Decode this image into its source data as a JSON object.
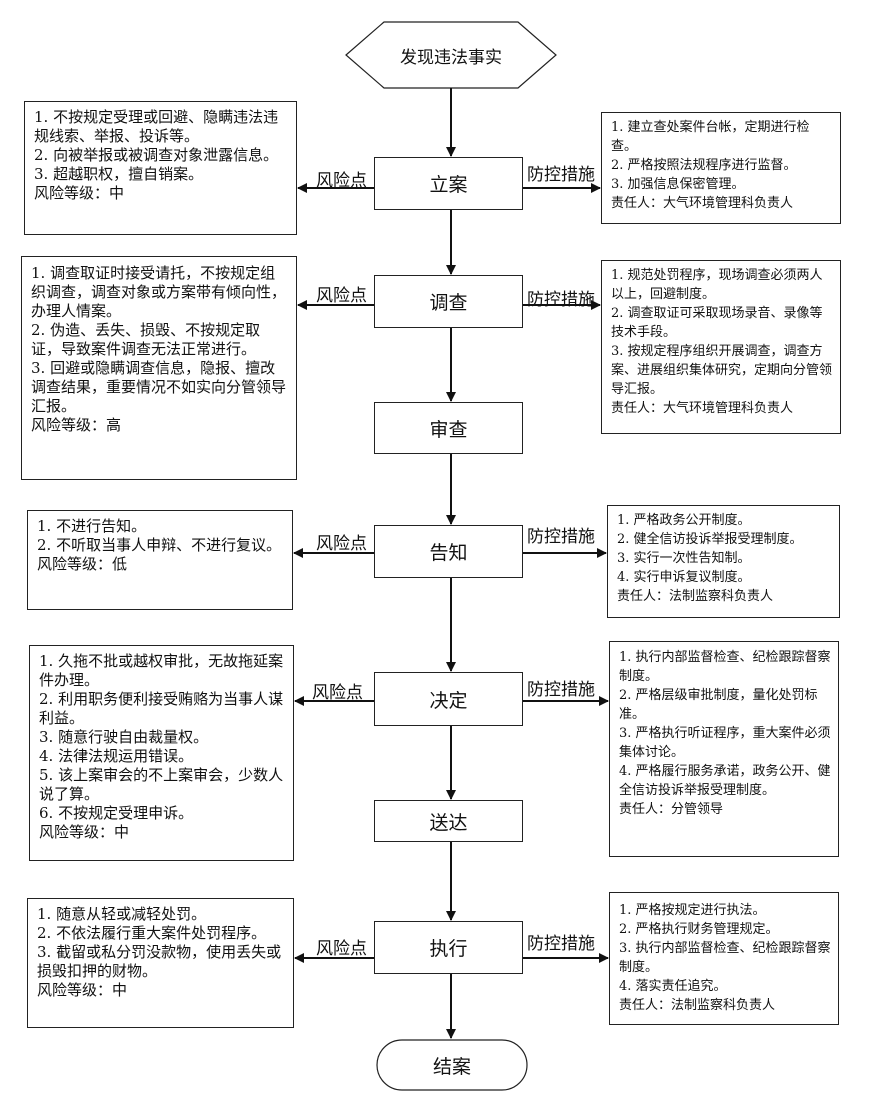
{
  "start": "发现违法事实",
  "end": "结案",
  "labels": {
    "risk": "风险点",
    "control": "防控措施"
  },
  "steps": [
    "立案",
    "调查",
    "审查",
    "告知",
    "决定",
    "送达",
    "执行"
  ],
  "risks": {
    "lian": [
      "1. 不按规定受理或回避、隐瞒违法违规线索、举报、投诉等。",
      "2. 向被举报或被调查对象泄露信息。",
      "3. 超越职权，擅自销案。",
      "风险等级：中"
    ],
    "diaocha": [
      "1. 调查取证时接受请托，不按规定组织调查，调查对象或方案带有倾向性，办理人情案。",
      "2. 伪造、丢失、损毁、不按规定取证，导致案件调查无法正常进行。",
      "3. 回避或隐瞒调查信息，隐报、擅改调查结果，重要情况不如实向分管领导汇报。",
      "风险等级：高"
    ],
    "gaozhi": [
      "1. 不进行告知。",
      "2. 不听取当事人申辩、不进行复议。",
      "风险等级：低"
    ],
    "jueding": [
      "1. 久拖不批或越权审批，无故拖延案件办理。",
      "2. 利用职务便利接受贿赂为当事人谋利益。",
      "3. 随意行驶自由裁量权。",
      "4. 法律法规运用错误。",
      "5. 该上案审会的不上案审会，少数人说了算。",
      "6. 不按规定受理申诉。",
      "风险等级：中"
    ],
    "zhixing": [
      "1. 随意从轻或减轻处罚。",
      "2. 不依法履行重大案件处罚程序。",
      "3. 截留或私分罚没款物，使用丢失或损毁扣押的财物。",
      "风险等级：中"
    ]
  },
  "controls": {
    "lian": [
      "1. 建立查处案件台帐，定期进行检查。",
      "2. 严格按照法规程序进行监督。",
      "3. 加强信息保密管理。",
      "责任人：大气环境管理科负责人"
    ],
    "diaocha": [
      "1. 规范处罚程序，现场调查必须两人以上，回避制度。",
      "2. 调查取证可采取现场录音、录像等技术手段。",
      "3. 按规定程序组织开展调查，调查方案、进展组织集体研究，定期向分管领导汇报。",
      "责任人：大气环境管理科负责人"
    ],
    "gaozhi": [
      "1. 严格政务公开制度。",
      "2. 健全信访投诉举报受理制度。",
      "3. 实行一次性告知制。",
      "4. 实行申诉复议制度。",
      "责任人：法制监察科负责人"
    ],
    "jueding": [
      "1. 执行内部监督检查、纪检跟踪督察制度。",
      "2. 严格层级审批制度，量化处罚标准。",
      "3. 严格执行听证程序，重大案件必须集体讨论。",
      "4. 严格履行服务承诺，政务公开、健全信访投诉举报受理制度。",
      "责任人：分管领导"
    ],
    "zhixing": [
      "1. 严格按规定进行执法。",
      "2. 严格执行财务管理规定。",
      "3. 执行内部监督检查、纪检跟踪督察制度。",
      "4. 落实责任追究。",
      "责任人：法制监察科负责人"
    ]
  }
}
